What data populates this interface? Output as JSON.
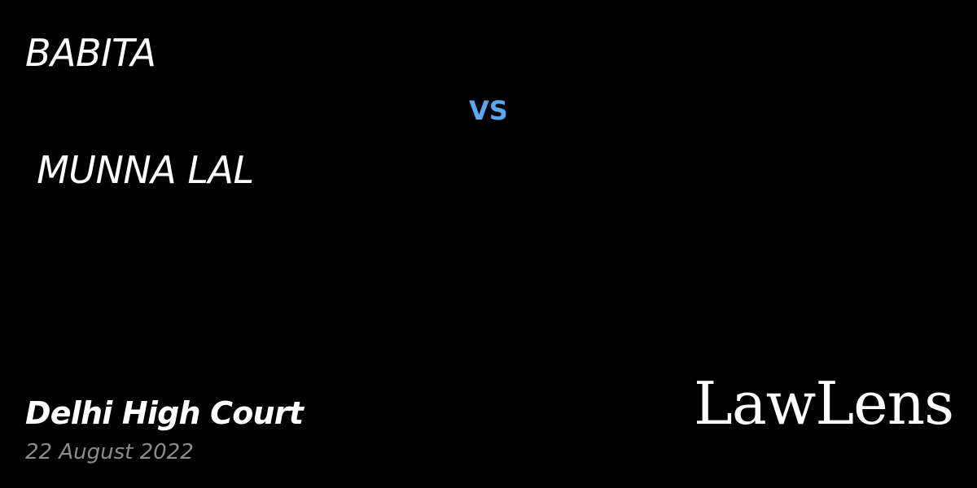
{
  "case": {
    "party_one": "BABITA",
    "versus": "VS",
    "party_two": " MUNNA LAL"
  },
  "footer": {
    "court": "Delhi High Court",
    "date": "22 August 2022",
    "brand": "LawLens"
  },
  "colors": {
    "background": "#000000",
    "text": "#ffffff",
    "accent": "#5aa9f0",
    "muted": "#8c8c8c"
  }
}
